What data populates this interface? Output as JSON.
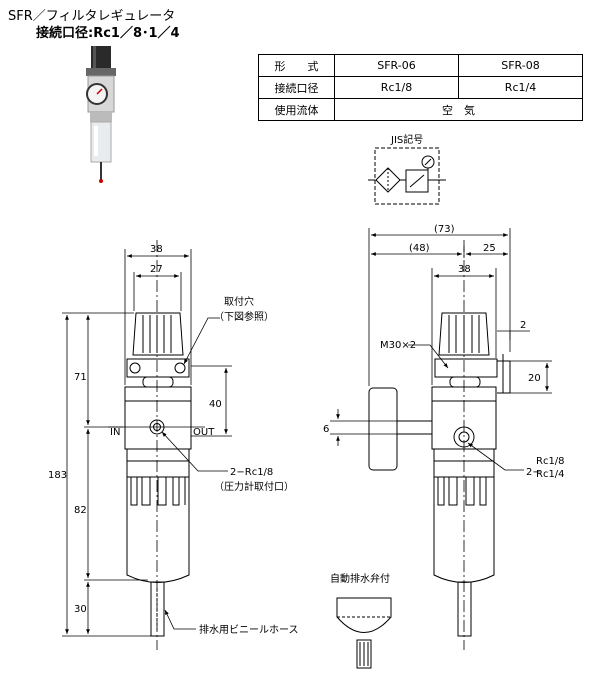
{
  "title": {
    "line1": "SFR／フィルタレギュレータ",
    "line2": "接続口径:Rc1／8･1／4"
  },
  "spec_table": {
    "rows": [
      {
        "label": "形　　式",
        "v1": "SFR-06",
        "v2": "SFR-08"
      },
      {
        "label": "接続口径",
        "v1": "Rc1/8",
        "v2": "Rc1/4"
      },
      {
        "label": "使用流体",
        "merged": "空　気"
      }
    ]
  },
  "jis": {
    "label": "JIS記号"
  },
  "front_view": {
    "dim_38": "38",
    "dim_27": "27",
    "dim_71": "71",
    "dim_40": "40",
    "dim_183": "183",
    "dim_82": "82",
    "dim_30": "30",
    "in_label": "IN",
    "out_label": "OUT",
    "mount_hole_1": "取付穴",
    "mount_hole_2": "（下図参照）",
    "port_1": "2−Rc1/8",
    "port_2": "（圧力計取付口）",
    "hose_label": "排水用ビニールホース"
  },
  "side_view": {
    "dim_73": "(73)",
    "dim_48": "(48)",
    "dim_25": "25",
    "dim_38": "38",
    "dim_2": "2",
    "dim_20": "20",
    "dim_6": "6",
    "thread_label": "M30×2",
    "port_1": "Rc1/8",
    "port_2": "Rc1/4",
    "port_prefix": "2−",
    "auto_drain": "自動排水弁付"
  }
}
